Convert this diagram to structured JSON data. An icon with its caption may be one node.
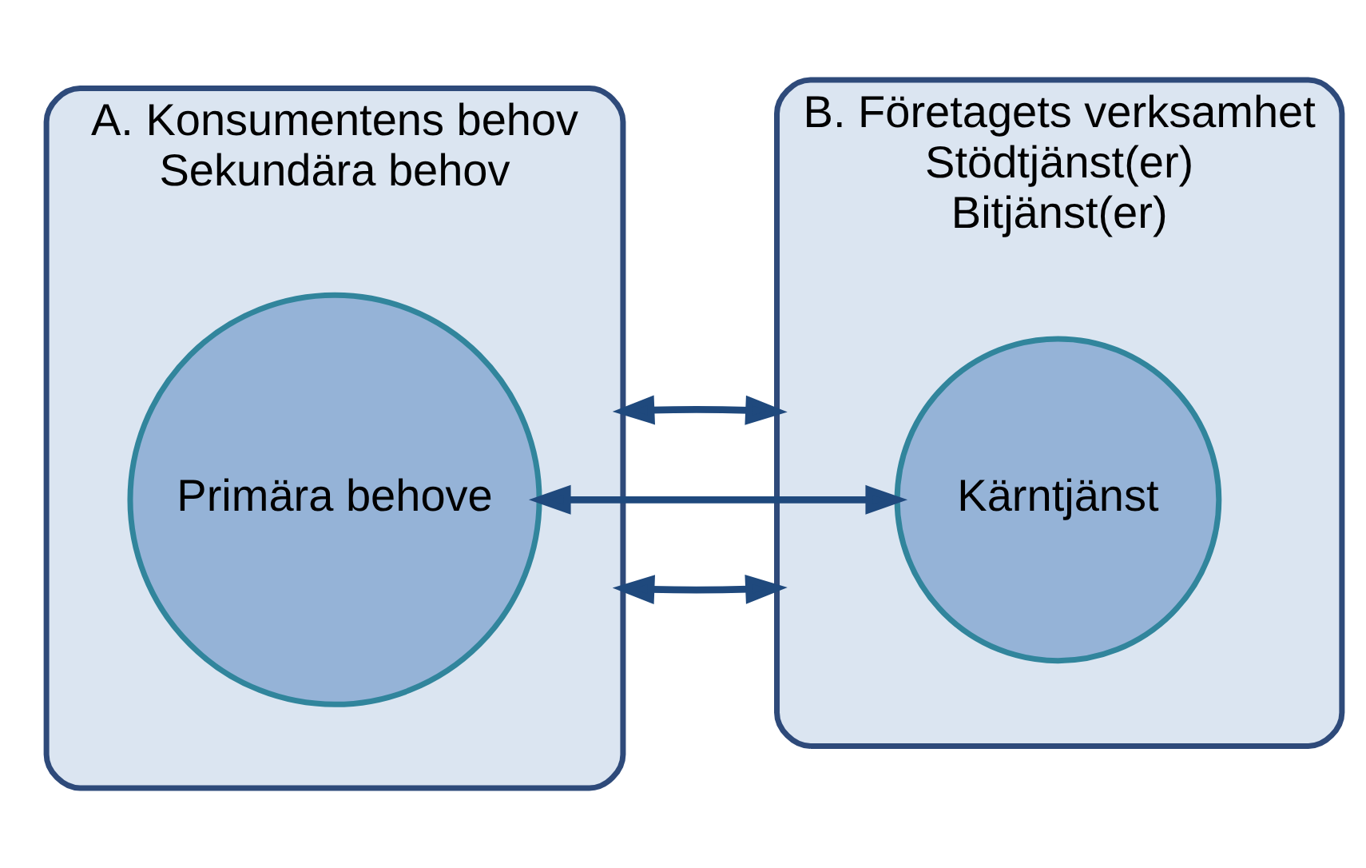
{
  "diagram": {
    "nodes": [
      {
        "text": [
          "A. Konsumentens behov",
          "Sekundära behov"
        ]
      },
      {
        "text": [
          "Primära behove"
        ],
        "in": 0
      },
      {
        "text": [
          "B. Företagets verksamhet",
          "Stödtjänst(er)",
          "Bitjänst(er)"
        ]
      },
      {
        "text": [
          "Kärntjänst"
        ],
        "in": 2
      }
    ],
    "edges": [
      {
        "from": 0,
        "to": 2,
        "arrow": "both"
      },
      {
        "from": 1,
        "to": 3,
        "arrow": "both"
      },
      {
        "from": 0,
        "to": 2,
        "arrow": "both"
      }
    ]
  }
}
